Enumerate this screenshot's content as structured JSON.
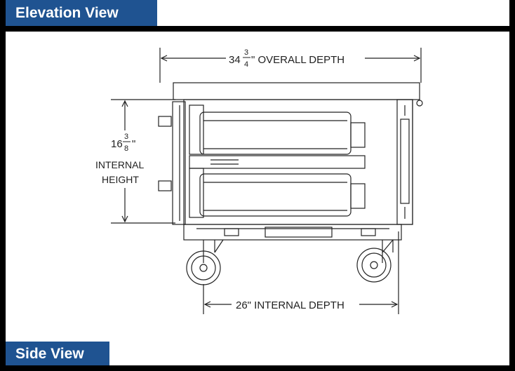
{
  "header": {
    "title": "Elevation View"
  },
  "footer": {
    "title": "Side View"
  },
  "dimensions": {
    "overall_depth": {
      "whole": "34",
      "num": "3",
      "den": "4",
      "suffix": "\" OVERALL DEPTH"
    },
    "internal_height": {
      "whole": "16",
      "num": "3",
      "den": "8",
      "suffix": "\"",
      "line1": "INTERNAL",
      "line2": "HEIGHT"
    },
    "internal_depth": {
      "text": "26\" INTERNAL DEPTH"
    }
  },
  "colors": {
    "header_bg": "#1f5391",
    "frame": "#000000",
    "drawing": "#222222"
  }
}
